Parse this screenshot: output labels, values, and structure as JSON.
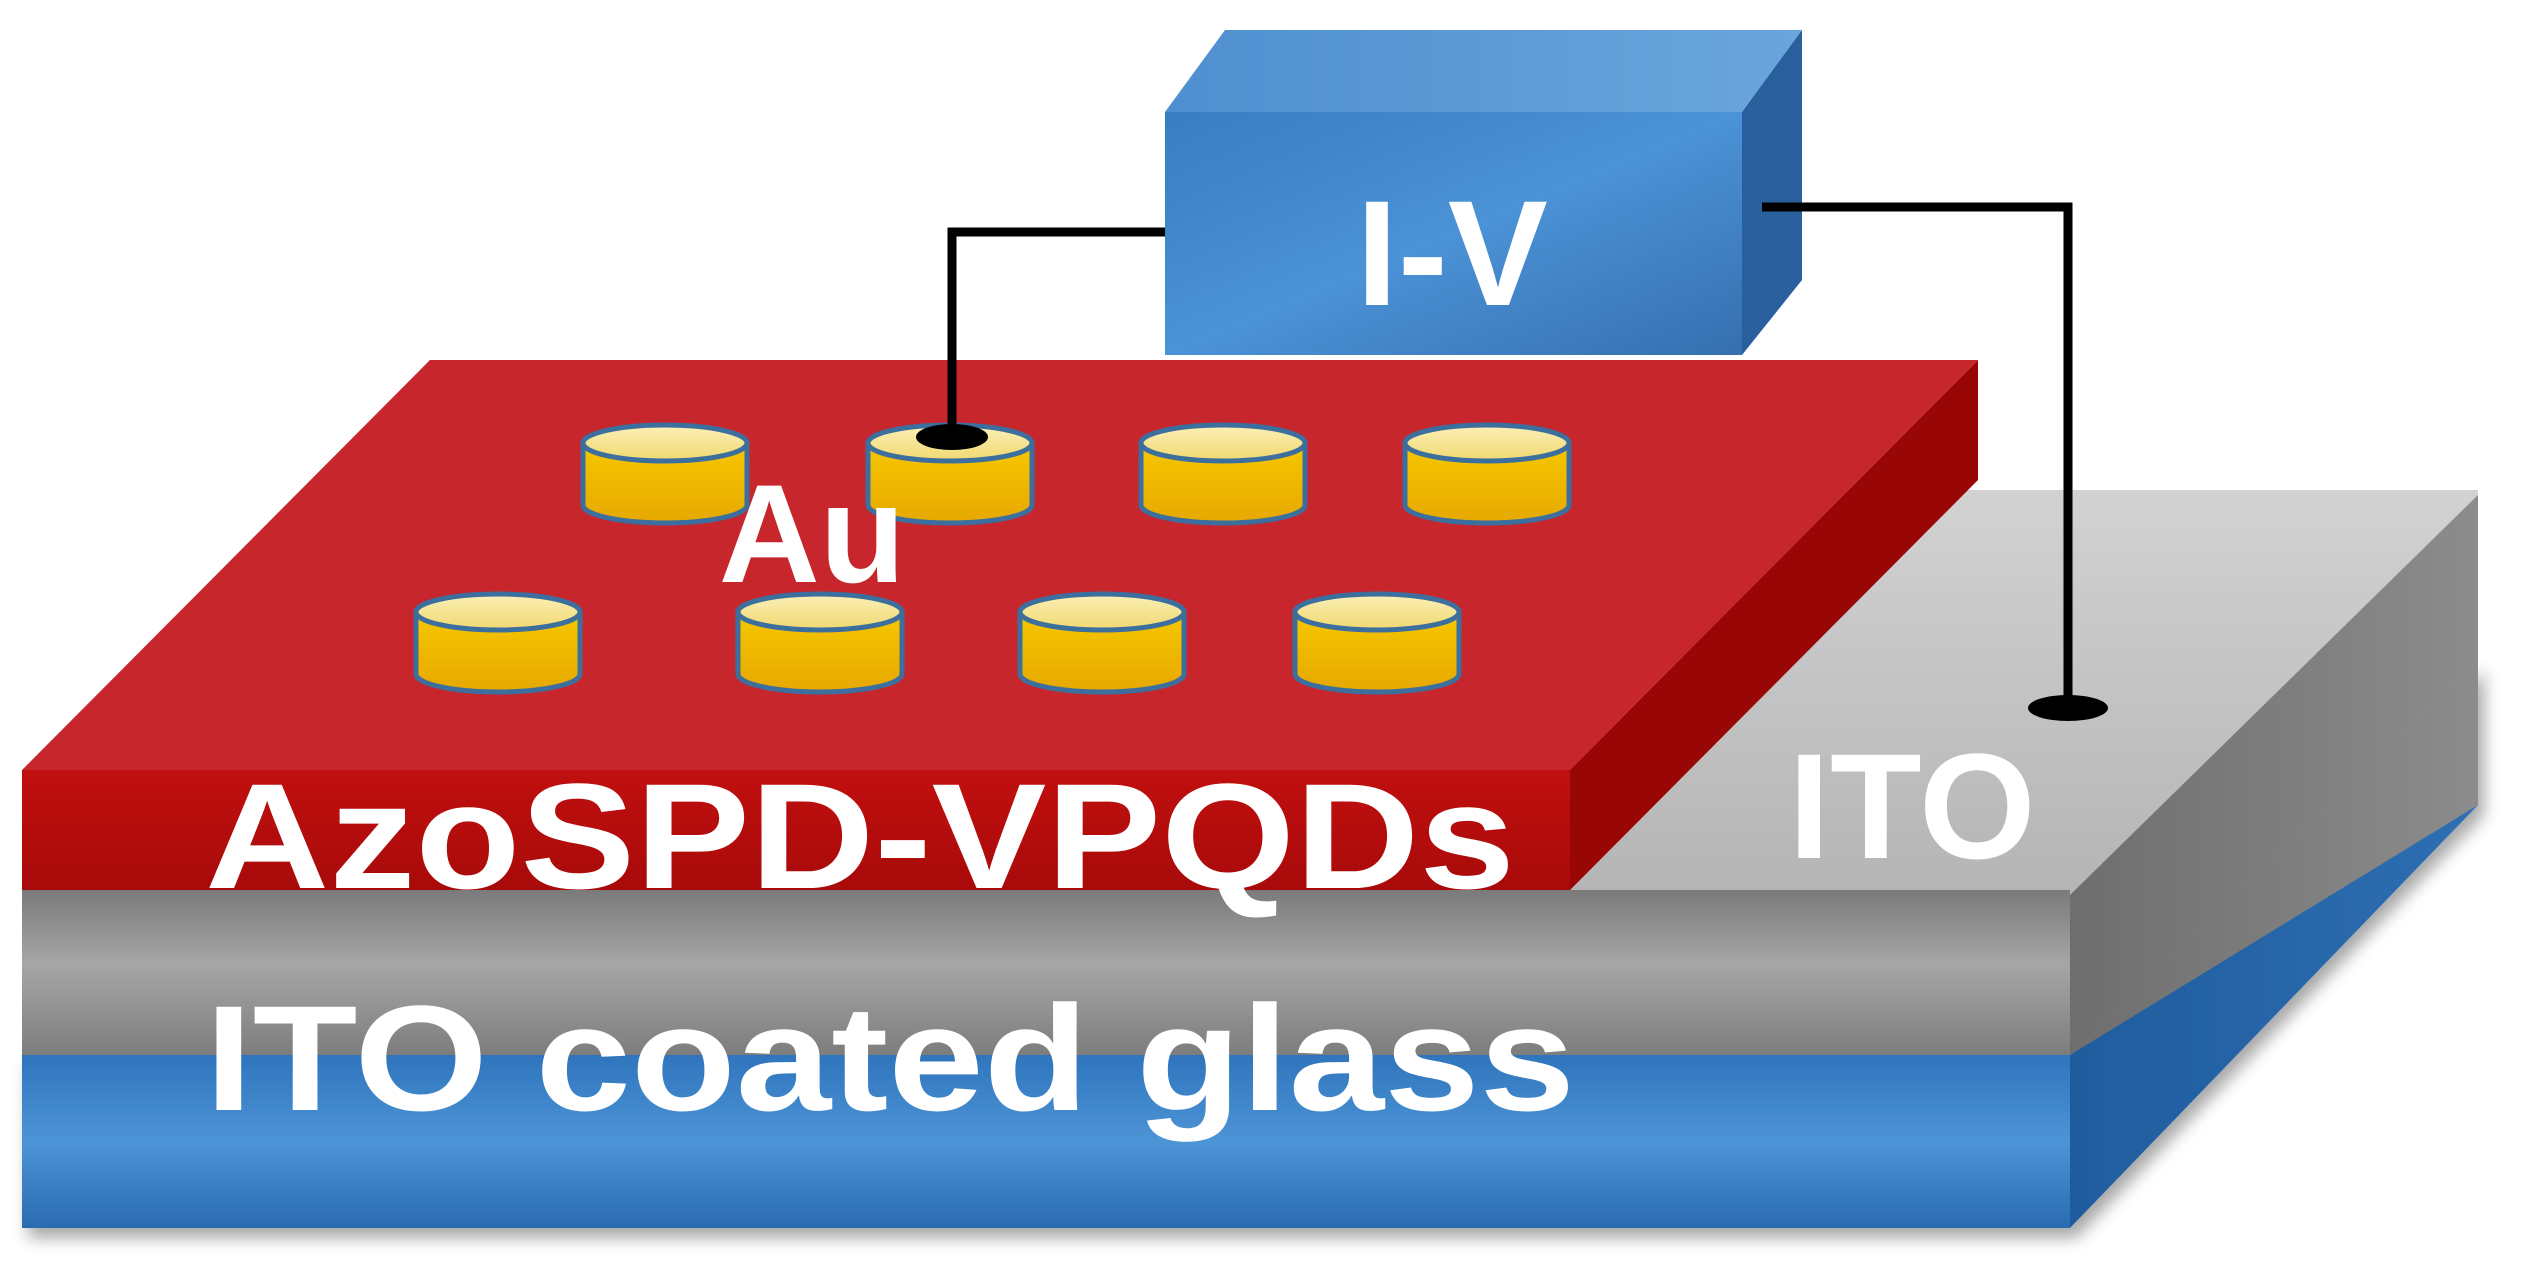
{
  "labels": {
    "measurement": "I-V",
    "electrode": "Au",
    "active_layer": "AzoSPD-VPQDs",
    "ito_contact": "ITO",
    "substrate": "ITO coated glass"
  },
  "colors": {
    "glass": "#3b82c8",
    "ito": "#9a9a9a",
    "active_layer": "#c8262c",
    "gold": "#f5c400",
    "iv_box": "#3f86c6",
    "wire": "#000000"
  },
  "electrode_count": 8
}
